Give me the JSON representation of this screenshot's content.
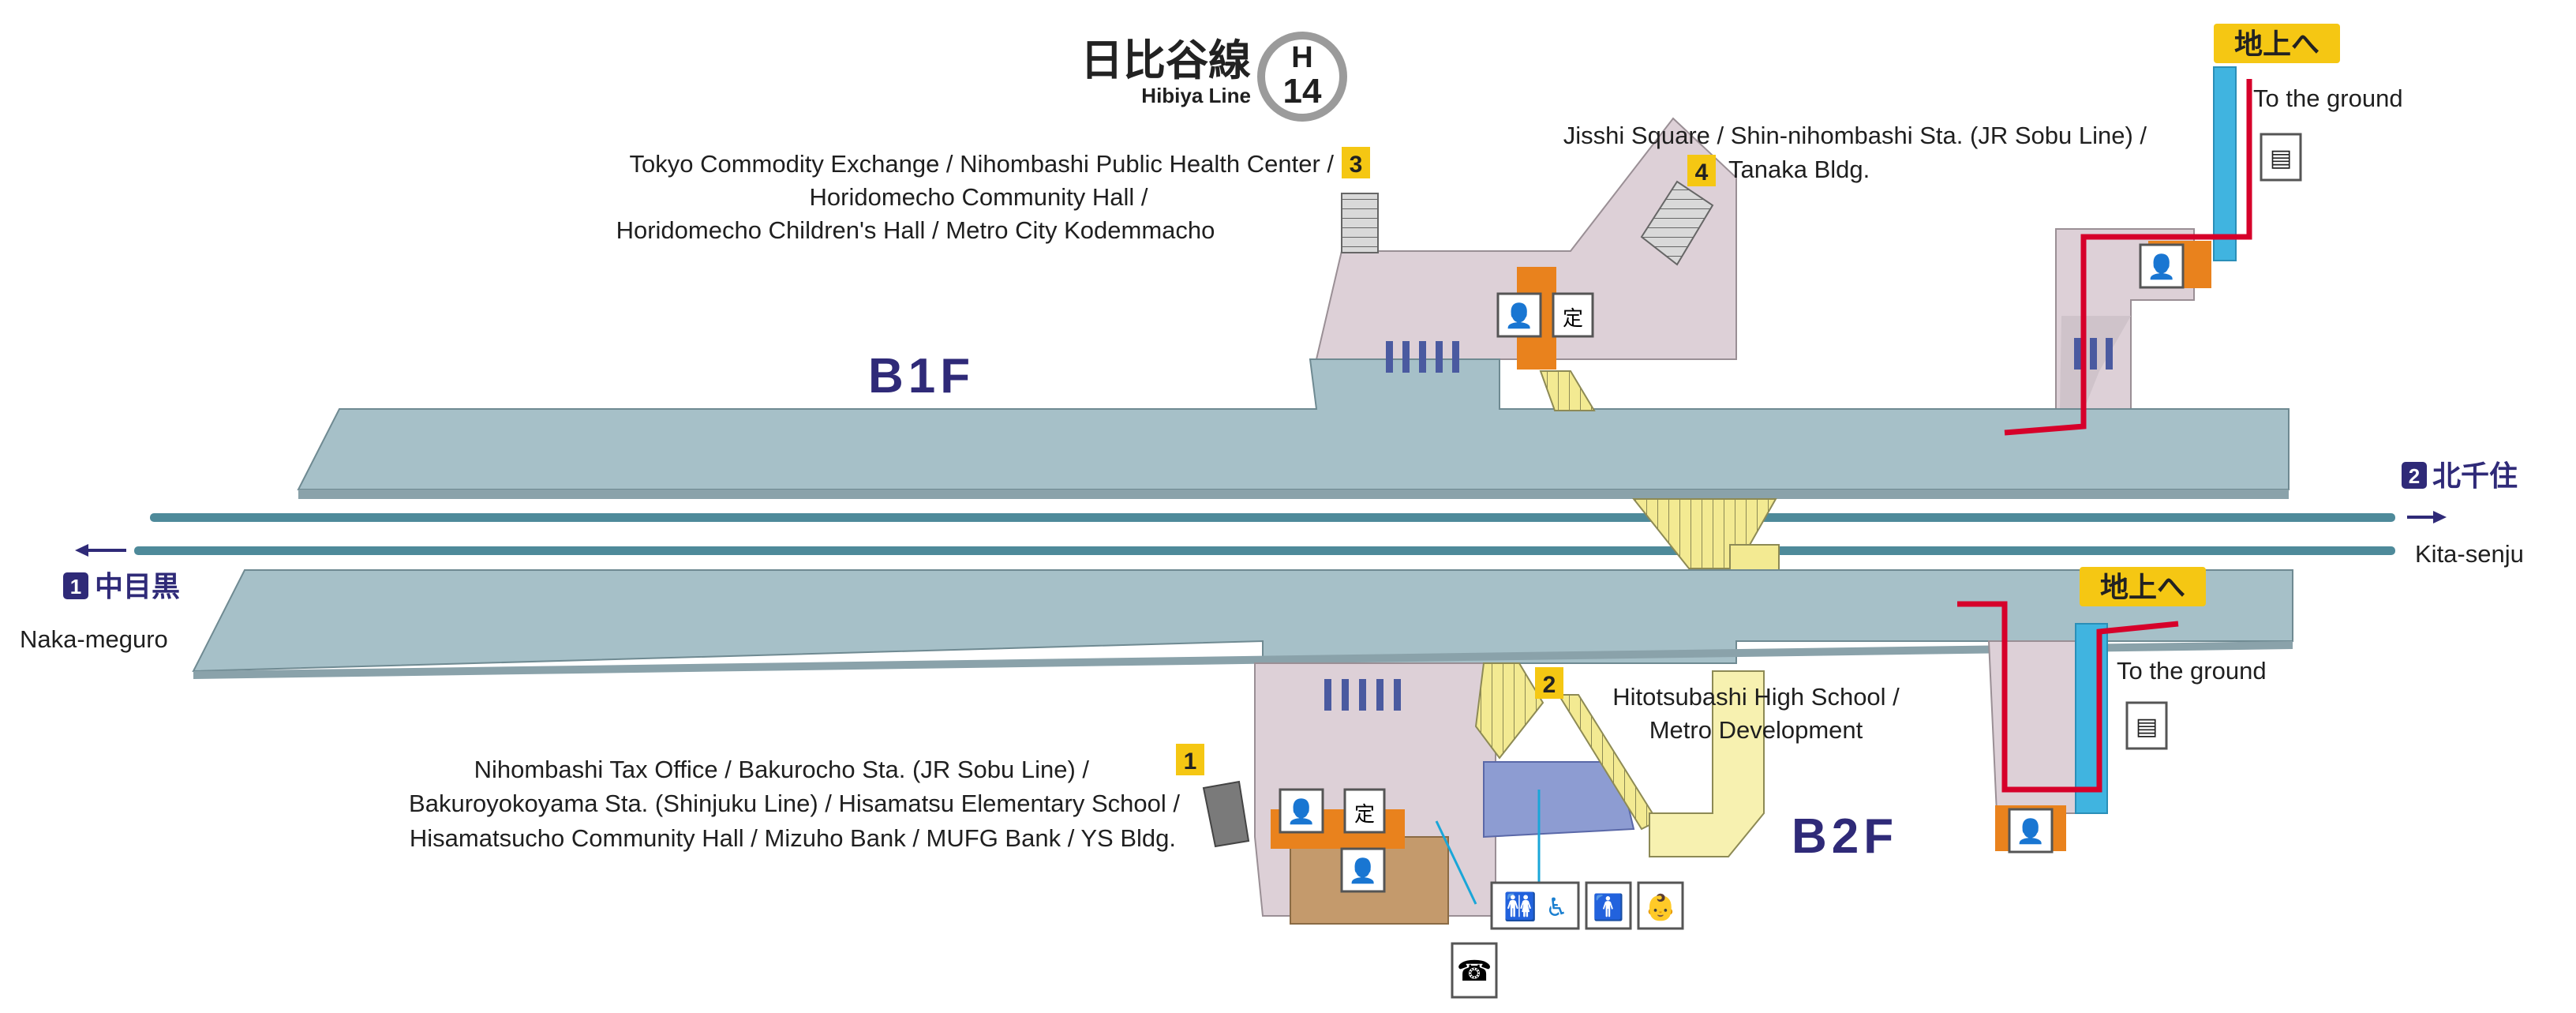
{
  "line": {
    "name_jp": "日比谷線",
    "name_en": "Hibiya Line",
    "letter": "H",
    "number": "14"
  },
  "floors": {
    "b1f": "B1F",
    "b2f": "B2F"
  },
  "directions": {
    "toward_1": {
      "badge": "1",
      "name_jp": "中目黒",
      "name_en": "Naka-meguro"
    },
    "toward_2": {
      "badge": "2",
      "name_jp": "北千住",
      "name_en": "Kita-senju"
    }
  },
  "exits": {
    "exit3": {
      "number": "3",
      "lines": [
        "Tokyo Commodity Exchange / Nihombashi Public Health Center /",
        "Horidomecho Community Hall /",
        "Horidomecho Children's Hall / Metro City Kodemmacho"
      ]
    },
    "exit4": {
      "number": "4",
      "lines": [
        "Jisshi Square / Shin-nihombashi Sta. (JR Sobu Line) /",
        "Tanaka Bldg."
      ]
    },
    "exit1": {
      "number": "1",
      "lines": [
        "Nihombashi Tax Office / Bakurocho Sta. (JR Sobu Line) /",
        "Bakuroyokoyama Sta. (Shinjuku Line) / Hisamatsu Elementary School /",
        "Hisamatsucho Community Hall / Mizuho Bank / MUFG Bank / YS Bldg."
      ]
    },
    "exit2": {
      "number": "2",
      "lines": [
        "Hitotsubashi High School /",
        "Metro Development"
      ]
    }
  },
  "elevators": {
    "top": {
      "sign_jp": "地上へ",
      "label": "To the ground"
    },
    "bottom": {
      "sign_jp": "地上へ",
      "label": "To the ground"
    }
  },
  "icons": [
    "ticket-gate-icon",
    "ticket-machine-icon",
    "commuter-pass-icon",
    "elevator-icon",
    "restroom-icon",
    "multipurpose-room-icon",
    "baby-room-icon",
    "telephone-icon",
    "stairs-icon",
    "escalator-icon"
  ],
  "colors": {
    "platform": "#a6c0c8",
    "concourse": "#ddd0d7",
    "track": "#4e8a9a",
    "elevator_route": "#d6002a",
    "elevator_shaft": "#40b4e0",
    "stairs": "#f3ea92",
    "facility_orange": "#e9821d",
    "restroom_area": "#8d9cd2",
    "navy": "#2f2a78",
    "badge_yellow": "#f5c713"
  }
}
